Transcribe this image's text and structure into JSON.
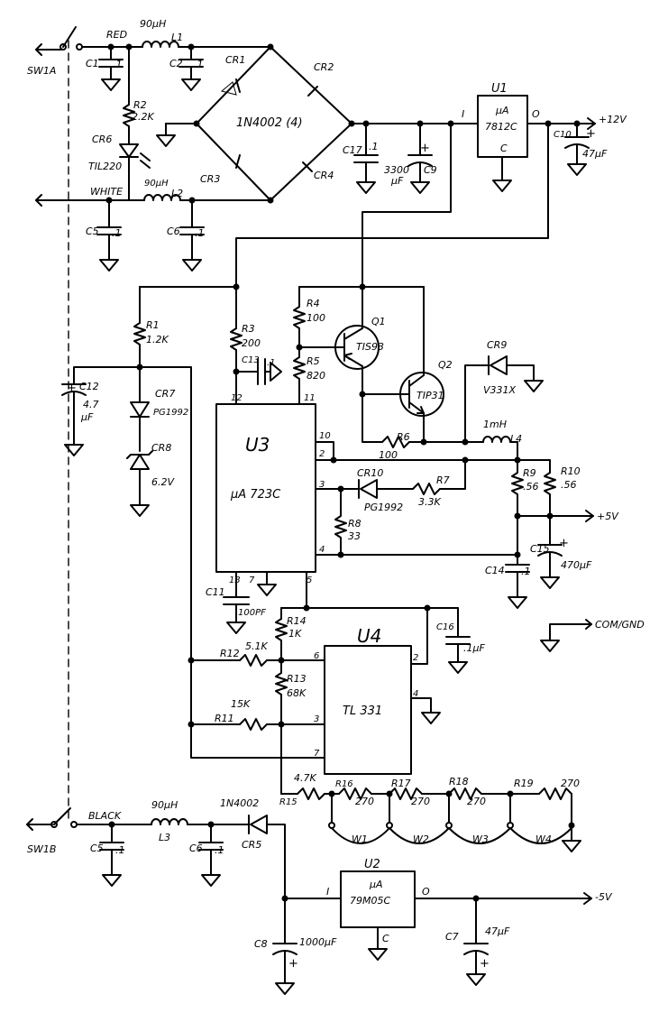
{
  "switches": {
    "sw1a": "SW1A",
    "sw1b": "SW1B"
  },
  "wires": {
    "red": "RED",
    "white": "WHITE",
    "black": "BLACK"
  },
  "inductors": {
    "l1": {
      "value": "90μH",
      "ref": "L1"
    },
    "l2": {
      "value": "90μH",
      "ref": "L2"
    },
    "l3": {
      "value": "90μH",
      "ref": "L3"
    },
    "l4": {
      "value": "1mH",
      "ref": "L4"
    }
  },
  "capacitors": {
    "c1": {
      "ref": "C1",
      "value": ".1"
    },
    "c2": {
      "ref": "C2",
      "value": ".1"
    },
    "c5a": {
      "ref": "C5",
      "value": ".1"
    },
    "c6a": {
      "ref": "C6",
      "value": ".1"
    },
    "c5b": {
      "ref": "C5",
      "value": ".1"
    },
    "c6b": {
      "ref": "C6",
      "value": ".1"
    },
    "c17": {
      "ref": "C17",
      "value": ".1"
    },
    "c9": {
      "ref": "C9",
      "value": "3300",
      "unit": "μF"
    },
    "c10": {
      "ref": "C10",
      "value": "47μF"
    },
    "c12": {
      "ref": "C12",
      "value": "4.7",
      "unit": "μF"
    },
    "c13": {
      "ref": "C13",
      "value": ".1"
    },
    "c11": {
      "ref": "C11",
      "value": "100PF"
    },
    "c14": {
      "ref": "C14",
      "value": ".1"
    },
    "c15": {
      "ref": "C15",
      "value": "470μF"
    },
    "c16": {
      "ref": "C16",
      "value": ".1μF"
    },
    "c8": {
      "ref": "C8",
      "value": "1000μF"
    },
    "c7": {
      "ref": "C7",
      "value": "47μF"
    }
  },
  "resistors": {
    "r1": {
      "ref": "R1",
      "value": "1.2K"
    },
    "r2": {
      "ref": "R2",
      "value": "2.2K"
    },
    "r3": {
      "ref": "R3",
      "value": "200"
    },
    "r4": {
      "ref": "R4",
      "value": "100"
    },
    "r5": {
      "ref": "R5",
      "value": "820"
    },
    "r6": {
      "ref": "R6",
      "value": "100"
    },
    "r7": {
      "ref": "R7",
      "value": "3.3K"
    },
    "r8": {
      "ref": "R8",
      "value": "33"
    },
    "r9": {
      "ref": "R9",
      "value": ".56"
    },
    "r10": {
      "ref": "R10",
      "value": ".56"
    },
    "r11": {
      "ref": "R11",
      "value": "15K"
    },
    "r12": {
      "ref": "R12",
      "value": "5.1K"
    },
    "r13": {
      "ref": "R13",
      "value": "68K"
    },
    "r14": {
      "ref": "R14",
      "value": "1K"
    },
    "r15": {
      "ref": "R15",
      "value": "4.7K"
    },
    "r16": {
      "ref": "R16",
      "value": "270"
    },
    "r17": {
      "ref": "R17",
      "value": "270"
    },
    "r18": {
      "ref": "R18",
      "value": "270"
    },
    "r19": {
      "ref": "R19",
      "value": "270"
    }
  },
  "diodes": {
    "cr1": "CR1",
    "cr2": "CR2",
    "cr3": "CR3",
    "cr4": "CR4",
    "bridge_label": "1N4002 (4)",
    "cr6": {
      "ref": "CR6",
      "part": "TIL220"
    },
    "cr7": {
      "ref": "CR7",
      "part": "PG1992"
    },
    "cr8": {
      "ref": "CR8",
      "value": "6.2V"
    },
    "cr9": {
      "ref": "CR9",
      "part": "V331X"
    },
    "cr10": {
      "ref": "CR10",
      "part": "PG1992"
    },
    "cr5": {
      "ref": "CR5",
      "part": "1N4002"
    }
  },
  "transistors": {
    "q1": {
      "ref": "Q1",
      "part": "TIS93"
    },
    "q2": {
      "ref": "Q2",
      "part": "TIP31"
    }
  },
  "u1": {
    "ref": "U1",
    "line1": "μA",
    "line2": "7812C",
    "in": "I",
    "out": "O",
    "common": "C"
  },
  "u2": {
    "ref": "U2",
    "line1": "μA",
    "line2": "79M05C",
    "in": "I",
    "out": "O",
    "common": "C"
  },
  "u3": {
    "ref": "U3",
    "part": "μA 723C",
    "pins": {
      "p12": "12",
      "p11": "11",
      "p10": "10",
      "p2": "2",
      "p3": "3",
      "p4": "4",
      "p13": "13",
      "p7": "7",
      "p5": "5"
    }
  },
  "u4": {
    "ref": "U4",
    "part": "TL 331",
    "pins": {
      "p6": "6",
      "p2": "2",
      "p4": "4",
      "p3": "3",
      "p7": "7"
    }
  },
  "outputs": {
    "plus12": "+12V",
    "plus5": "+5V",
    "minus5": "-5V",
    "com": "COM/GND"
  },
  "probes": {
    "w1": "W1",
    "w2": "W2",
    "w3": "W3",
    "w4": "W4"
  },
  "polarity_plus": "+"
}
